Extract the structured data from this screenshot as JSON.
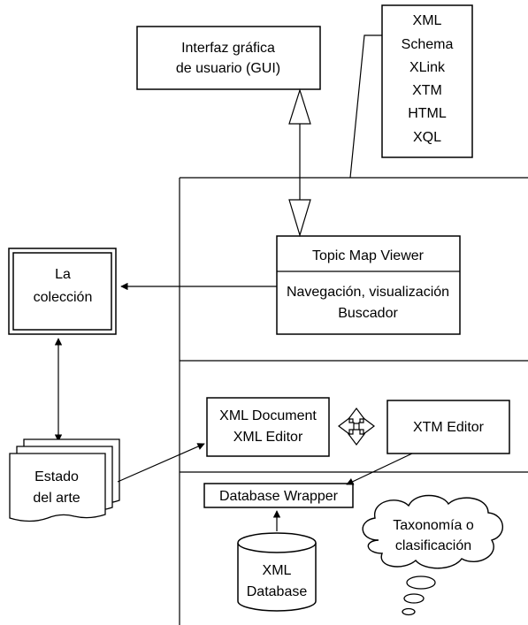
{
  "gui_box": {
    "lines": [
      "Interfaz gráfica",
      "de usuario (GUI)"
    ]
  },
  "standards_box": {
    "items": [
      "XML",
      "Schema",
      "XLink",
      "XTM",
      "HTML",
      "XQL"
    ]
  },
  "collection_box": {
    "lines": [
      "La",
      "colección"
    ]
  },
  "topic_map_viewer": {
    "title": "Topic Map Viewer",
    "lines": [
      "Navegación, visualización",
      "Buscador"
    ]
  },
  "xml_document_editor": {
    "lines": [
      "XML Document",
      "XML Editor"
    ]
  },
  "xtm_editor": {
    "label": "XTM Editor"
  },
  "database_wrapper": {
    "label": "Database Wrapper"
  },
  "xml_database": {
    "lines": [
      "XML",
      "Database"
    ]
  },
  "taxonomy_cloud": {
    "lines": [
      "Taxonomía o",
      "clasificación"
    ]
  },
  "state_of_art": {
    "lines": [
      "Estado",
      "del arte"
    ]
  },
  "colors": {
    "line": "#000000",
    "background": "#ffffff"
  }
}
